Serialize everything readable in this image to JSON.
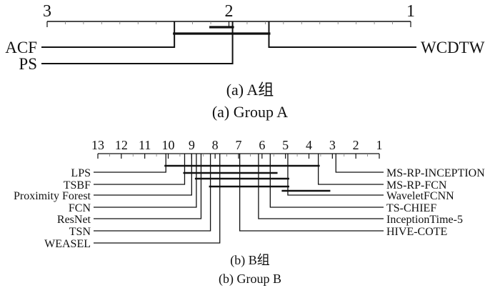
{
  "chart_data": [
    {
      "type": "critical-difference-diagram",
      "caption_cn": "(a) A组",
      "caption_en": "(a) Group A",
      "axis": {
        "ticks": [
          "3",
          "2",
          "1"
        ],
        "range": [
          3,
          1
        ]
      },
      "methods_left": [
        {
          "name": "ACF",
          "rank": 2.3
        },
        {
          "name": "PS",
          "rank": 1.98
        }
      ],
      "methods_right": [
        {
          "name": "WCDTW",
          "rank": 1.78
        }
      ],
      "cliques": [
        [
          1.78,
          2.3
        ],
        [
          1.98,
          2.1
        ]
      ]
    },
    {
      "type": "critical-difference-diagram",
      "caption_cn": "(b) B组",
      "caption_en": "(b) Group B",
      "axis": {
        "ticks": [
          "13",
          "12",
          "11",
          "10",
          "9",
          "8",
          "7",
          "6",
          "5",
          "4",
          "3",
          "2",
          "1"
        ],
        "range": [
          13,
          1
        ]
      },
      "methods_left": [
        {
          "name": "LPS",
          "rank": 10.1
        },
        {
          "name": "TSBF",
          "rank": 9.3
        },
        {
          "name": "Proximity Forest",
          "rank": 9.0
        },
        {
          "name": "FCN",
          "rank": 8.8
        },
        {
          "name": "ResNet",
          "rank": 8.6
        },
        {
          "name": "TSN",
          "rank": 8.2
        },
        {
          "name": "WEASEL",
          "rank": 7.8
        }
      ],
      "methods_right": [
        {
          "name": "MS-RP-INCEPTION",
          "rank": 2.85
        },
        {
          "name": "MS-RP-FCN",
          "rank": 3.6
        },
        {
          "name": "WaveletFCNN",
          "rank": 4.9
        },
        {
          "name": "TS-CHIEF",
          "rank": 5.65
        },
        {
          "name": "InceptionTime-5",
          "rank": 6.15
        },
        {
          "name": "HIVE-COTE",
          "rank": 6.95
        }
      ],
      "cliques": [
        [
          3.6,
          10.1
        ],
        [
          5.4,
          9.3
        ],
        [
          4.9,
          8.8
        ],
        [
          4.9,
          8.2
        ],
        [
          3.15,
          5.1
        ]
      ]
    }
  ]
}
